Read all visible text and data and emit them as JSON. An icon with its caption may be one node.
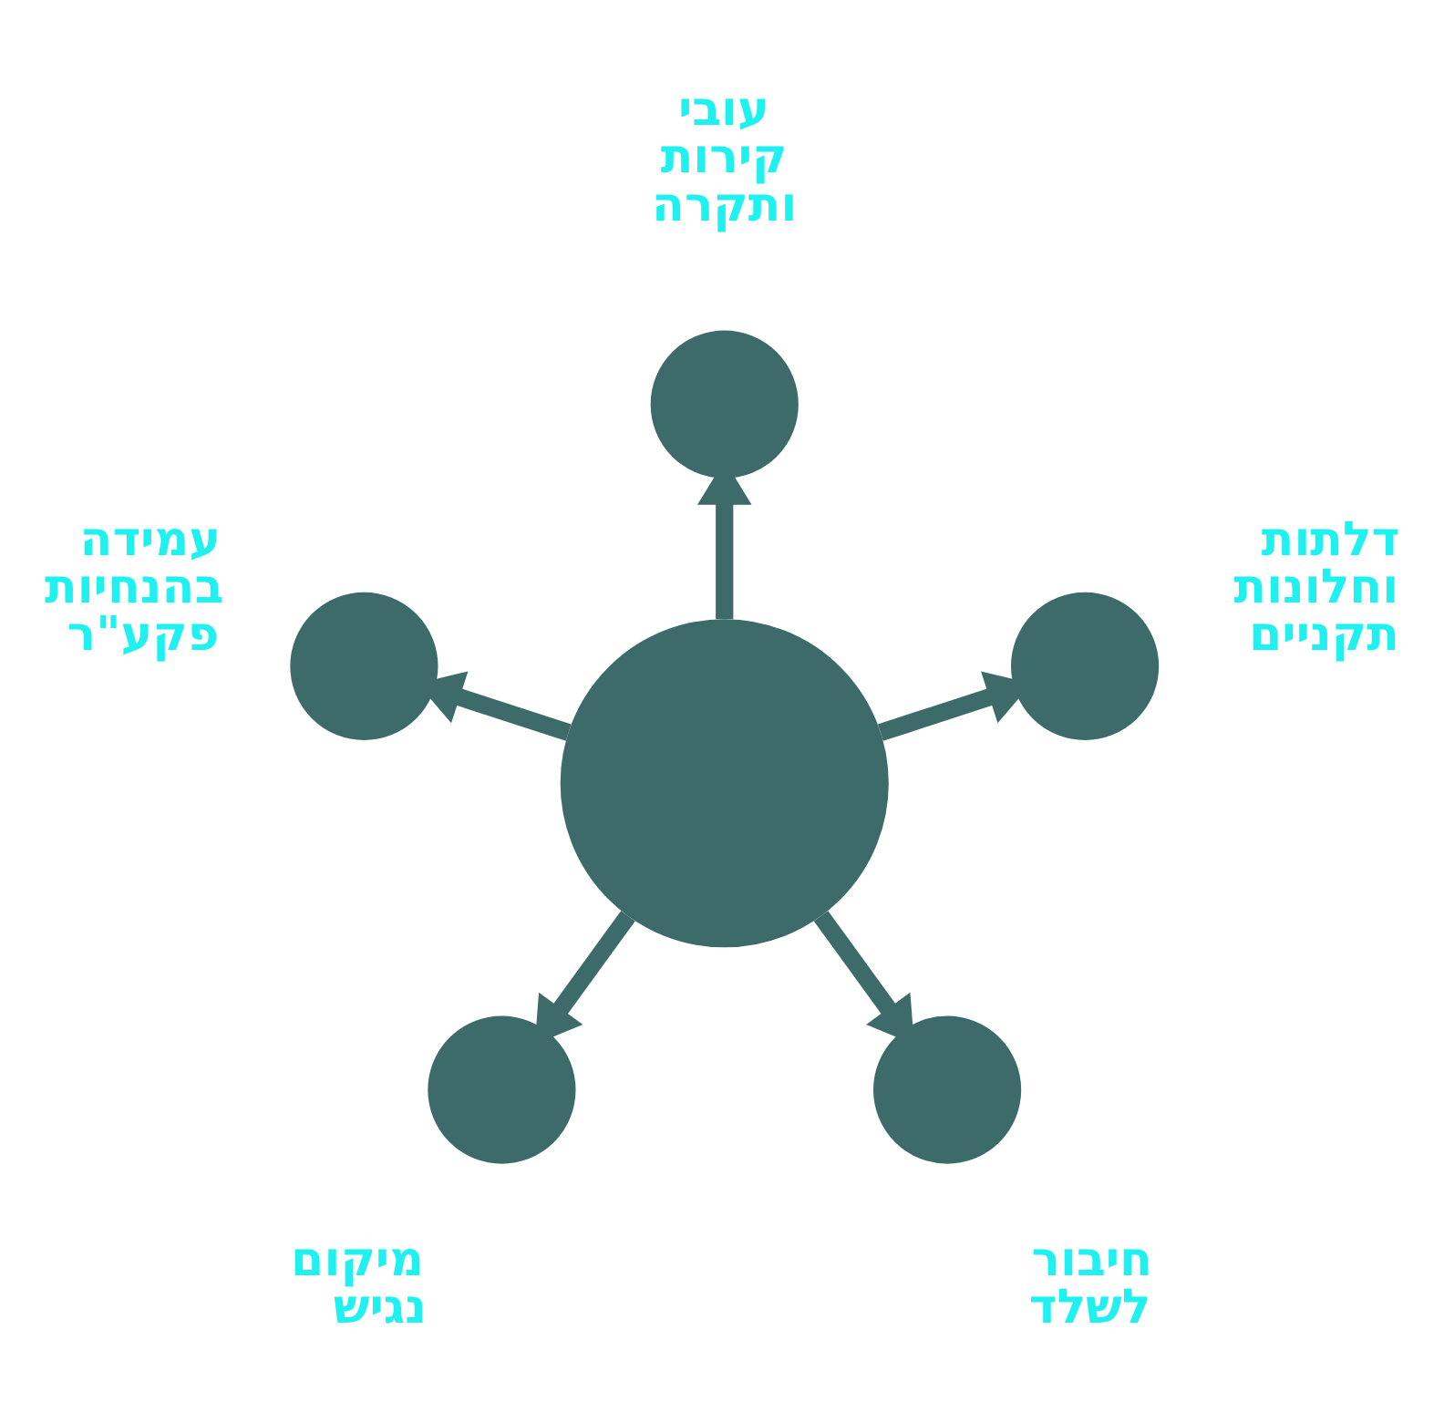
{
  "diagram": {
    "nodes": [
      {
        "text": [],
        "shape": "circle"
      },
      {
        "text": [],
        "shape": "circle",
        "beside": [
          "עובי קירות ותקרה"
        ]
      },
      {
        "text": [],
        "shape": "circle",
        "beside": [
          "דלתות וחלונות תקניים"
        ]
      },
      {
        "text": [],
        "shape": "circle",
        "beside": [
          "חיבור לשלד"
        ]
      },
      {
        "text": [],
        "shape": "circle",
        "beside": [
          "מיקום נגיש"
        ]
      },
      {
        "text": [],
        "shape": "circle",
        "beside": [
          "עמידה בהנחיות פקע\"ר"
        ]
      }
    ],
    "edges": [
      {
        "from": 0,
        "to": 1,
        "arrow": "to"
      },
      {
        "from": 0,
        "to": 2,
        "arrow": "to"
      },
      {
        "from": 0,
        "to": 3,
        "arrow": "to"
      },
      {
        "from": 0,
        "to": 4,
        "arrow": "to"
      },
      {
        "from": 0,
        "to": 5,
        "arrow": "to"
      }
    ]
  }
}
